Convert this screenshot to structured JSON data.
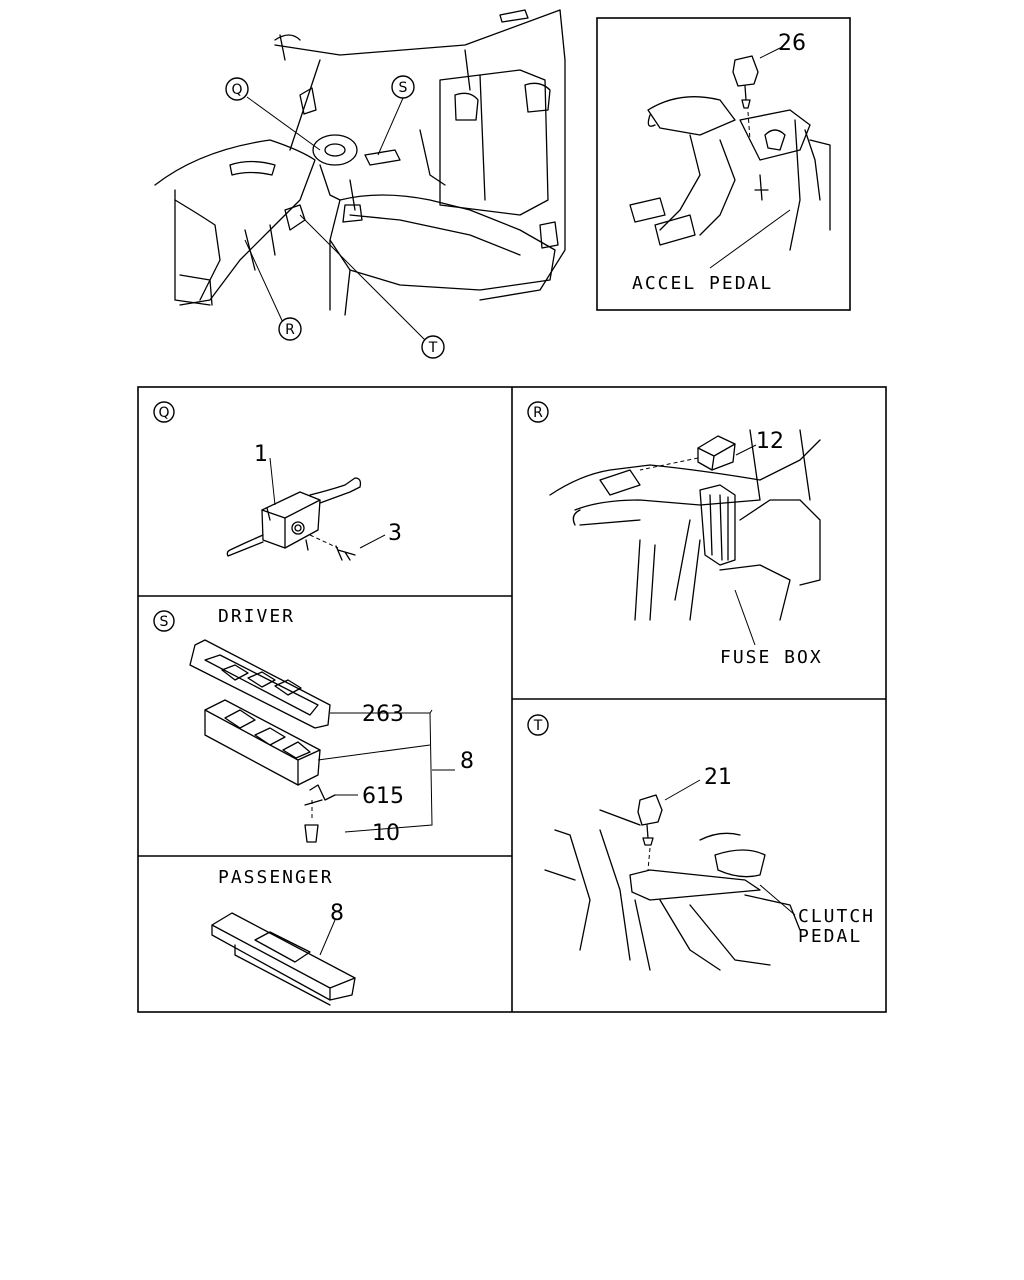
{
  "top_view": {
    "callouts": {
      "q": "Q",
      "r": "R",
      "s": "S",
      "t": "T"
    }
  },
  "accel_panel": {
    "part": "26",
    "label": "ACCEL PEDAL"
  },
  "panel_q": {
    "tag": "Q",
    "parts": {
      "switch": "1",
      "screw": "3"
    }
  },
  "panel_r": {
    "tag": "R",
    "parts": {
      "relay": "12"
    },
    "label": "FUSE BOX"
  },
  "panel_s": {
    "tag": "S",
    "driver_label": "DRIVER",
    "parts": {
      "bezel": "263",
      "assembly": "8",
      "clip": "615",
      "screw": "10"
    },
    "passenger_label": "PASSENGER",
    "passenger_part": "8"
  },
  "panel_t": {
    "tag": "T",
    "parts": {
      "switch": "21"
    },
    "label_line1": "CLUTCH",
    "label_line2": "PEDAL"
  }
}
